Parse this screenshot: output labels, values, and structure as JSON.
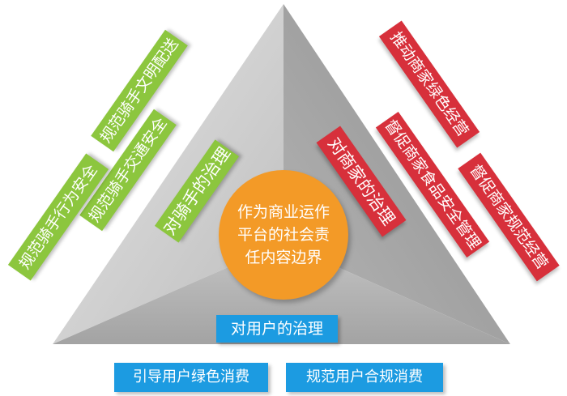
{
  "center": {
    "text": "作为商业运作平台的社会责任内容边界"
  },
  "riders": {
    "label": "对骑手的治理",
    "items": [
      "规范骑手文明配送",
      "规范骑手交通安全",
      "规范骑手行为安全"
    ]
  },
  "merchants": {
    "label": "对商家的治理",
    "items": [
      "推动商家绿色经营",
      "督促商家食品安全管理",
      "督促商家规范经营"
    ]
  },
  "users": {
    "label": "对用户的治理",
    "items": [
      "引导用户绿色消费",
      "规范用户合规消费"
    ]
  },
  "colors": {
    "green": "#8cc63e",
    "red": "#d7303b",
    "blue": "#1c9be1",
    "orange": "#f39a27",
    "triangle": "#b8b8b8"
  }
}
